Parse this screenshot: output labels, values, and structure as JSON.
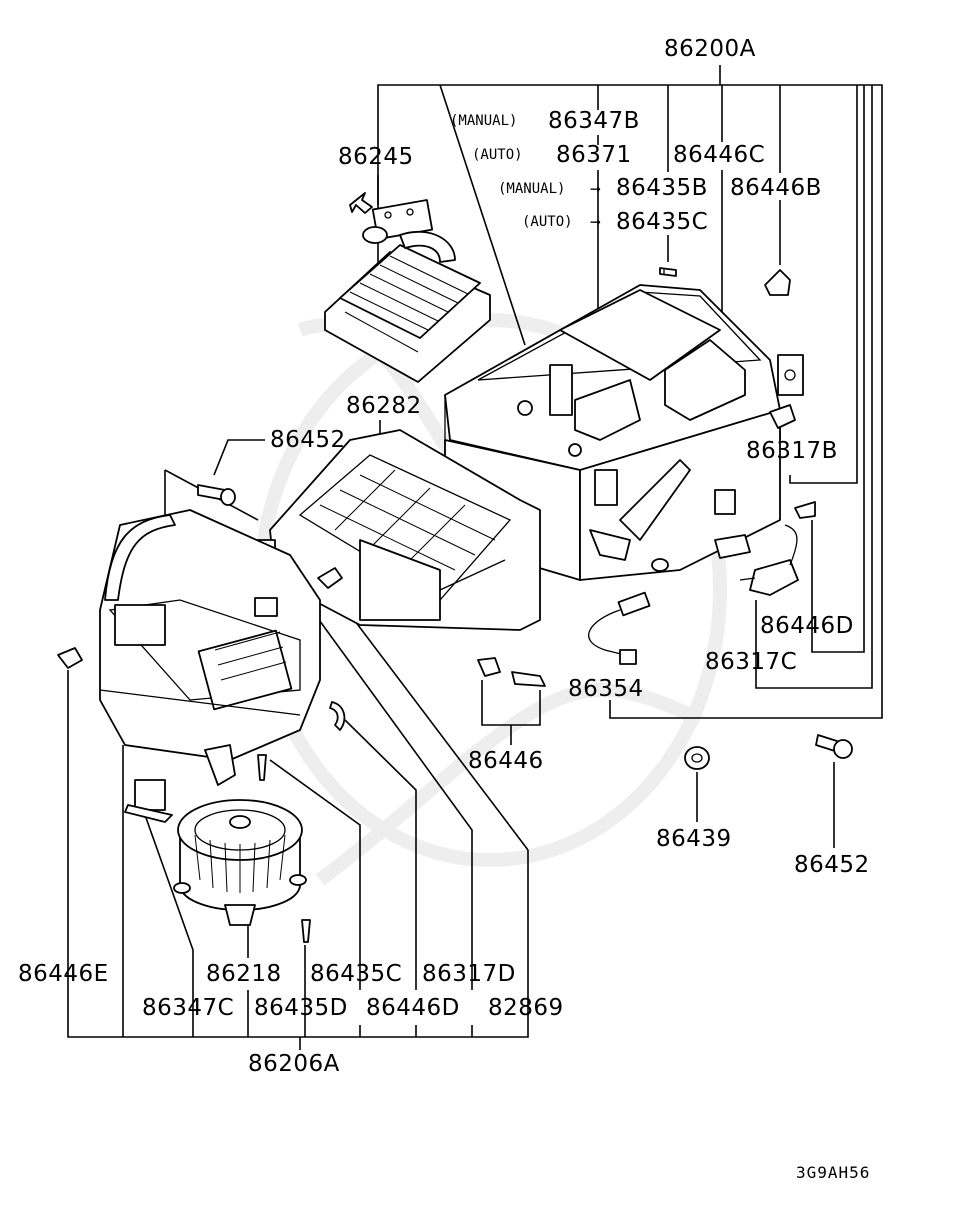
{
  "labels": {
    "l_86200A": "86200A",
    "l_manual_1": "(MANUAL)",
    "l_86347B": "86347B",
    "l_auto_1": "(AUTO)",
    "l_86371": "86371",
    "l_86446C": "86446C",
    "l_86245": "86245",
    "l_manual_2": "(MANUAL)",
    "l_86435B": "86435B",
    "l_86446B": "86446B",
    "l_auto_2": "(AUTO)",
    "l_86435C_top": "86435C",
    "l_86282": "86282",
    "l_86452_left": "86452",
    "l_86317B": "86317B",
    "l_86446D_right": "86446D",
    "l_86317C": "86317C",
    "l_86354": "86354",
    "l_86446_mid": "86446",
    "l_86439": "86439",
    "l_86452_right": "86452",
    "l_86446E": "86446E",
    "l_86218": "86218",
    "l_86435C_bottom": "86435C",
    "l_86317D": "86317D",
    "l_86347C": "86347C",
    "l_86435D": "86435D",
    "l_86446D_bottom": "86446D",
    "l_82869": "82869",
    "l_86206A": "86206A",
    "diagram_code": "3G9AH56"
  },
  "arrows": {
    "arrow_manual": "→",
    "arrow_auto": "→"
  }
}
